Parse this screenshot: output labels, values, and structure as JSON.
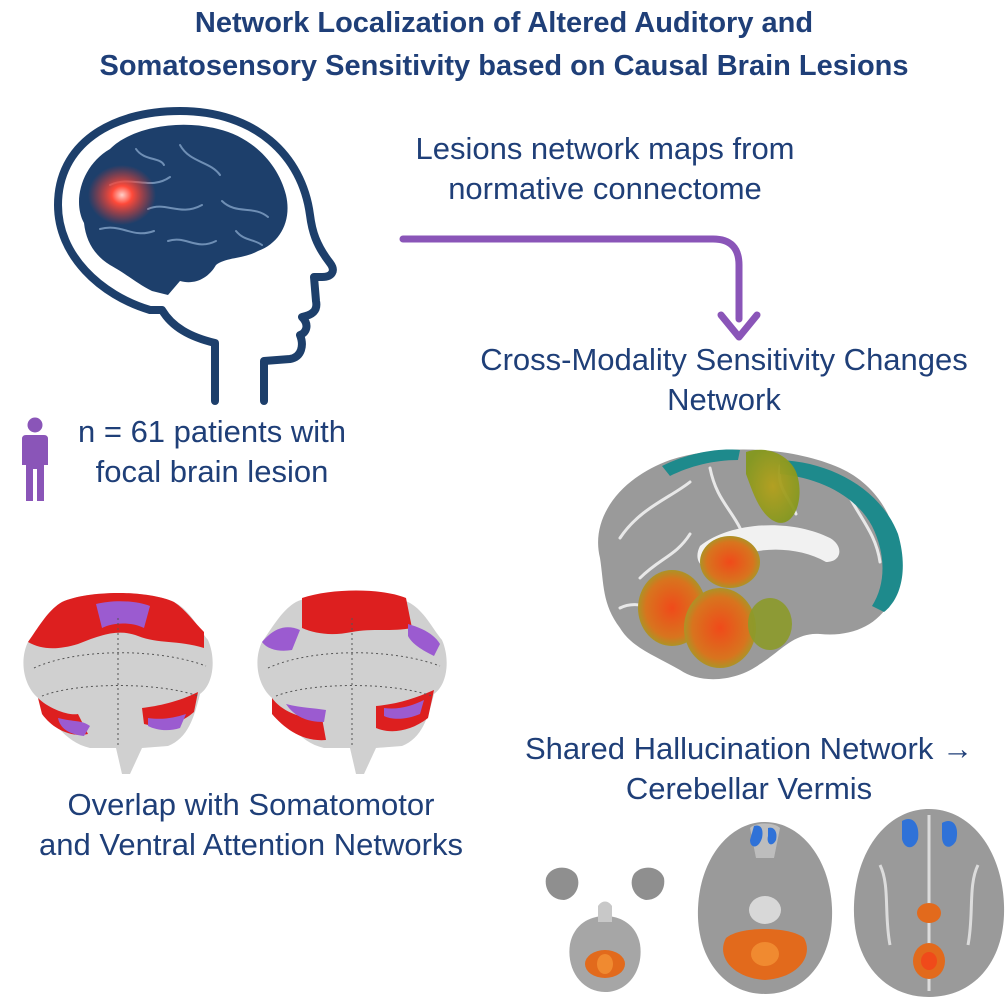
{
  "title": {
    "line1": "Network Localization of Altered Auditory and",
    "line2": "Somatosensory Sensitivity based on Causal Brain Lesions"
  },
  "patients": {
    "line1": "n = 61 patients with",
    "line2": "focal brain lesion",
    "icon": "person-icon"
  },
  "lnm": {
    "line1": "Lesions network maps from",
    "line2": "normative connectome"
  },
  "crossmod": {
    "line1": "Cross-Modality Sensitivity Changes",
    "line2": "Network"
  },
  "overlap": {
    "line1": "Overlap with Somatomotor",
    "line2": "and Ventral Attention Networks"
  },
  "halluc": {
    "line1": "Shared Hallucination Network →",
    "line2": "Cerebellar Vermis"
  },
  "colors": {
    "title": "#1f3f78",
    "arrow": "#8a55b8",
    "lesion": "#e8392a",
    "brain": "#1d3f6b",
    "network_orange": "#e26a1c",
    "network_olive": "#8c9a2a",
    "network_teal": "#1e8a8c",
    "flatmap_red": "#dd1f1f",
    "flatmap_purple": "#9b5bd0",
    "axial_blue": "#2f72d8"
  }
}
